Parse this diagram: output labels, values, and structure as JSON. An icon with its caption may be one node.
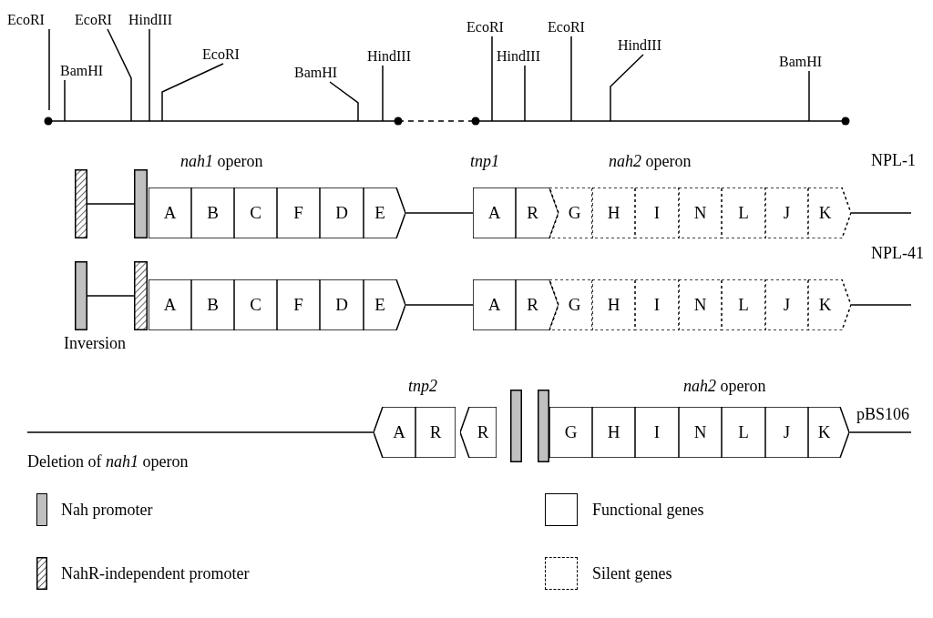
{
  "diagram": {
    "nodes": [
      {
        "text": [
          "EcoRI"
        ]
      },
      {
        "text": [
          "BamHI"
        ]
      },
      {
        "text": [
          "EcoRI"
        ]
      },
      {
        "text": [
          "HindIII"
        ]
      },
      {
        "text": [
          "EcoRI"
        ]
      },
      {
        "text": [
          "BamHI"
        ]
      },
      {
        "text": [
          "HindIII"
        ]
      },
      {
        "text": [
          "EcoRI"
        ]
      },
      {
        "text": [
          "HindIII"
        ]
      },
      {
        "text": [
          "EcoRI"
        ]
      },
      {
        "text": [
          "HindIII"
        ]
      },
      {
        "text": [
          "BamHI"
        ]
      },
      {
        "text": [],
        "shape": "bar"
      },
      {
        "text": [],
        "shape": "bar"
      },
      {
        "text": [
          "A"
        ]
      },
      {
        "text": [
          "B"
        ]
      },
      {
        "text": [
          "C"
        ]
      },
      {
        "text": [
          "F"
        ]
      },
      {
        "text": [
          "D"
        ]
      },
      {
        "text": [
          "E"
        ]
      },
      {
        "text": [
          "A"
        ]
      },
      {
        "text": [
          "R"
        ]
      },
      {
        "text": [
          "G"
        ]
      },
      {
        "text": [
          "H"
        ]
      },
      {
        "text": [
          "I"
        ]
      },
      {
        "text": [
          "N"
        ]
      },
      {
        "text": [
          "L"
        ]
      },
      {
        "text": [
          "J"
        ]
      },
      {
        "text": [
          "K"
        ]
      },
      {
        "text": [],
        "shape": "bar"
      },
      {
        "text": [],
        "shape": "bar"
      },
      {
        "text": [
          "A"
        ]
      },
      {
        "text": [
          "B"
        ]
      },
      {
        "text": [
          "C"
        ]
      },
      {
        "text": [
          "F"
        ]
      },
      {
        "text": [
          "D"
        ]
      },
      {
        "text": [
          "E"
        ]
      },
      {
        "text": [
          "A"
        ]
      },
      {
        "text": [
          "R"
        ]
      },
      {
        "text": [
          "G"
        ]
      },
      {
        "text": [
          "H"
        ]
      },
      {
        "text": [
          "I"
        ]
      },
      {
        "text": [
          "N"
        ]
      },
      {
        "text": [
          "L"
        ]
      },
      {
        "text": [
          "J"
        ]
      },
      {
        "text": [
          "K"
        ]
      },
      {
        "text": [
          "A"
        ]
      },
      {
        "text": [
          "R"
        ]
      },
      {
        "text": [
          "R"
        ]
      },
      {
        "text": [],
        "shape": "bar"
      },
      {
        "text": [],
        "shape": "bar"
      },
      {
        "text": [
          "G"
        ]
      },
      {
        "text": [
          "H"
        ]
      },
      {
        "text": [
          "I"
        ]
      },
      {
        "text": [
          "N"
        ]
      },
      {
        "text": [
          "L"
        ]
      },
      {
        "text": [
          "J"
        ]
      },
      {
        "text": [
          "K"
        ]
      }
    ],
    "edges": [
      {
        "from": 0,
        "to": null,
        "arrow": "none"
      },
      {
        "from": 1,
        "to": null,
        "arrow": "none"
      },
      {
        "from": 2,
        "to": null,
        "arrow": "none"
      },
      {
        "from": 3,
        "to": null,
        "arrow": "none"
      },
      {
        "from": 4,
        "to": null,
        "arrow": "none"
      },
      {
        "from": 5,
        "to": null,
        "arrow": "none"
      },
      {
        "from": 6,
        "to": null,
        "arrow": "none"
      },
      {
        "from": 7,
        "to": null,
        "arrow": "none"
      },
      {
        "from": 8,
        "to": null,
        "arrow": "none"
      },
      {
        "from": 9,
        "to": null,
        "arrow": "none"
      },
      {
        "from": 10,
        "to": null,
        "arrow": "none"
      },
      {
        "from": 11,
        "to": null,
        "arrow": "none"
      },
      {
        "from": 12,
        "to": 13,
        "arrow": "none"
      },
      {
        "from": 19,
        "to": 20,
        "arrow": "none"
      },
      {
        "from": 28,
        "to": null,
        "arrow": "none"
      },
      {
        "from": 29,
        "to": 30,
        "arrow": "none"
      },
      {
        "from": 36,
        "to": 37,
        "arrow": "none"
      },
      {
        "from": 45,
        "to": null,
        "arrow": "none"
      },
      {
        "from": null,
        "to": 46,
        "arrow": "none"
      },
      {
        "from": 57,
        "to": null,
        "arrow": "none"
      }
    ],
    "labels": [
      "*nah1* operon",
      "*tnp1*",
      "*nah2* operon",
      "NPL-1",
      "NPL-41",
      "Inversion",
      "*tnp2*",
      "*nah2* operon",
      "pBS106",
      "Deletion of *nah1* operon"
    ],
    "legend": [
      {
        "text": "Nah promoter",
        "color": "#c0c0c0"
      },
      {
        "text": "NahR-independent promoter"
      },
      {
        "text": "Functional genes"
      },
      {
        "text": "Silent genes"
      }
    ]
  }
}
